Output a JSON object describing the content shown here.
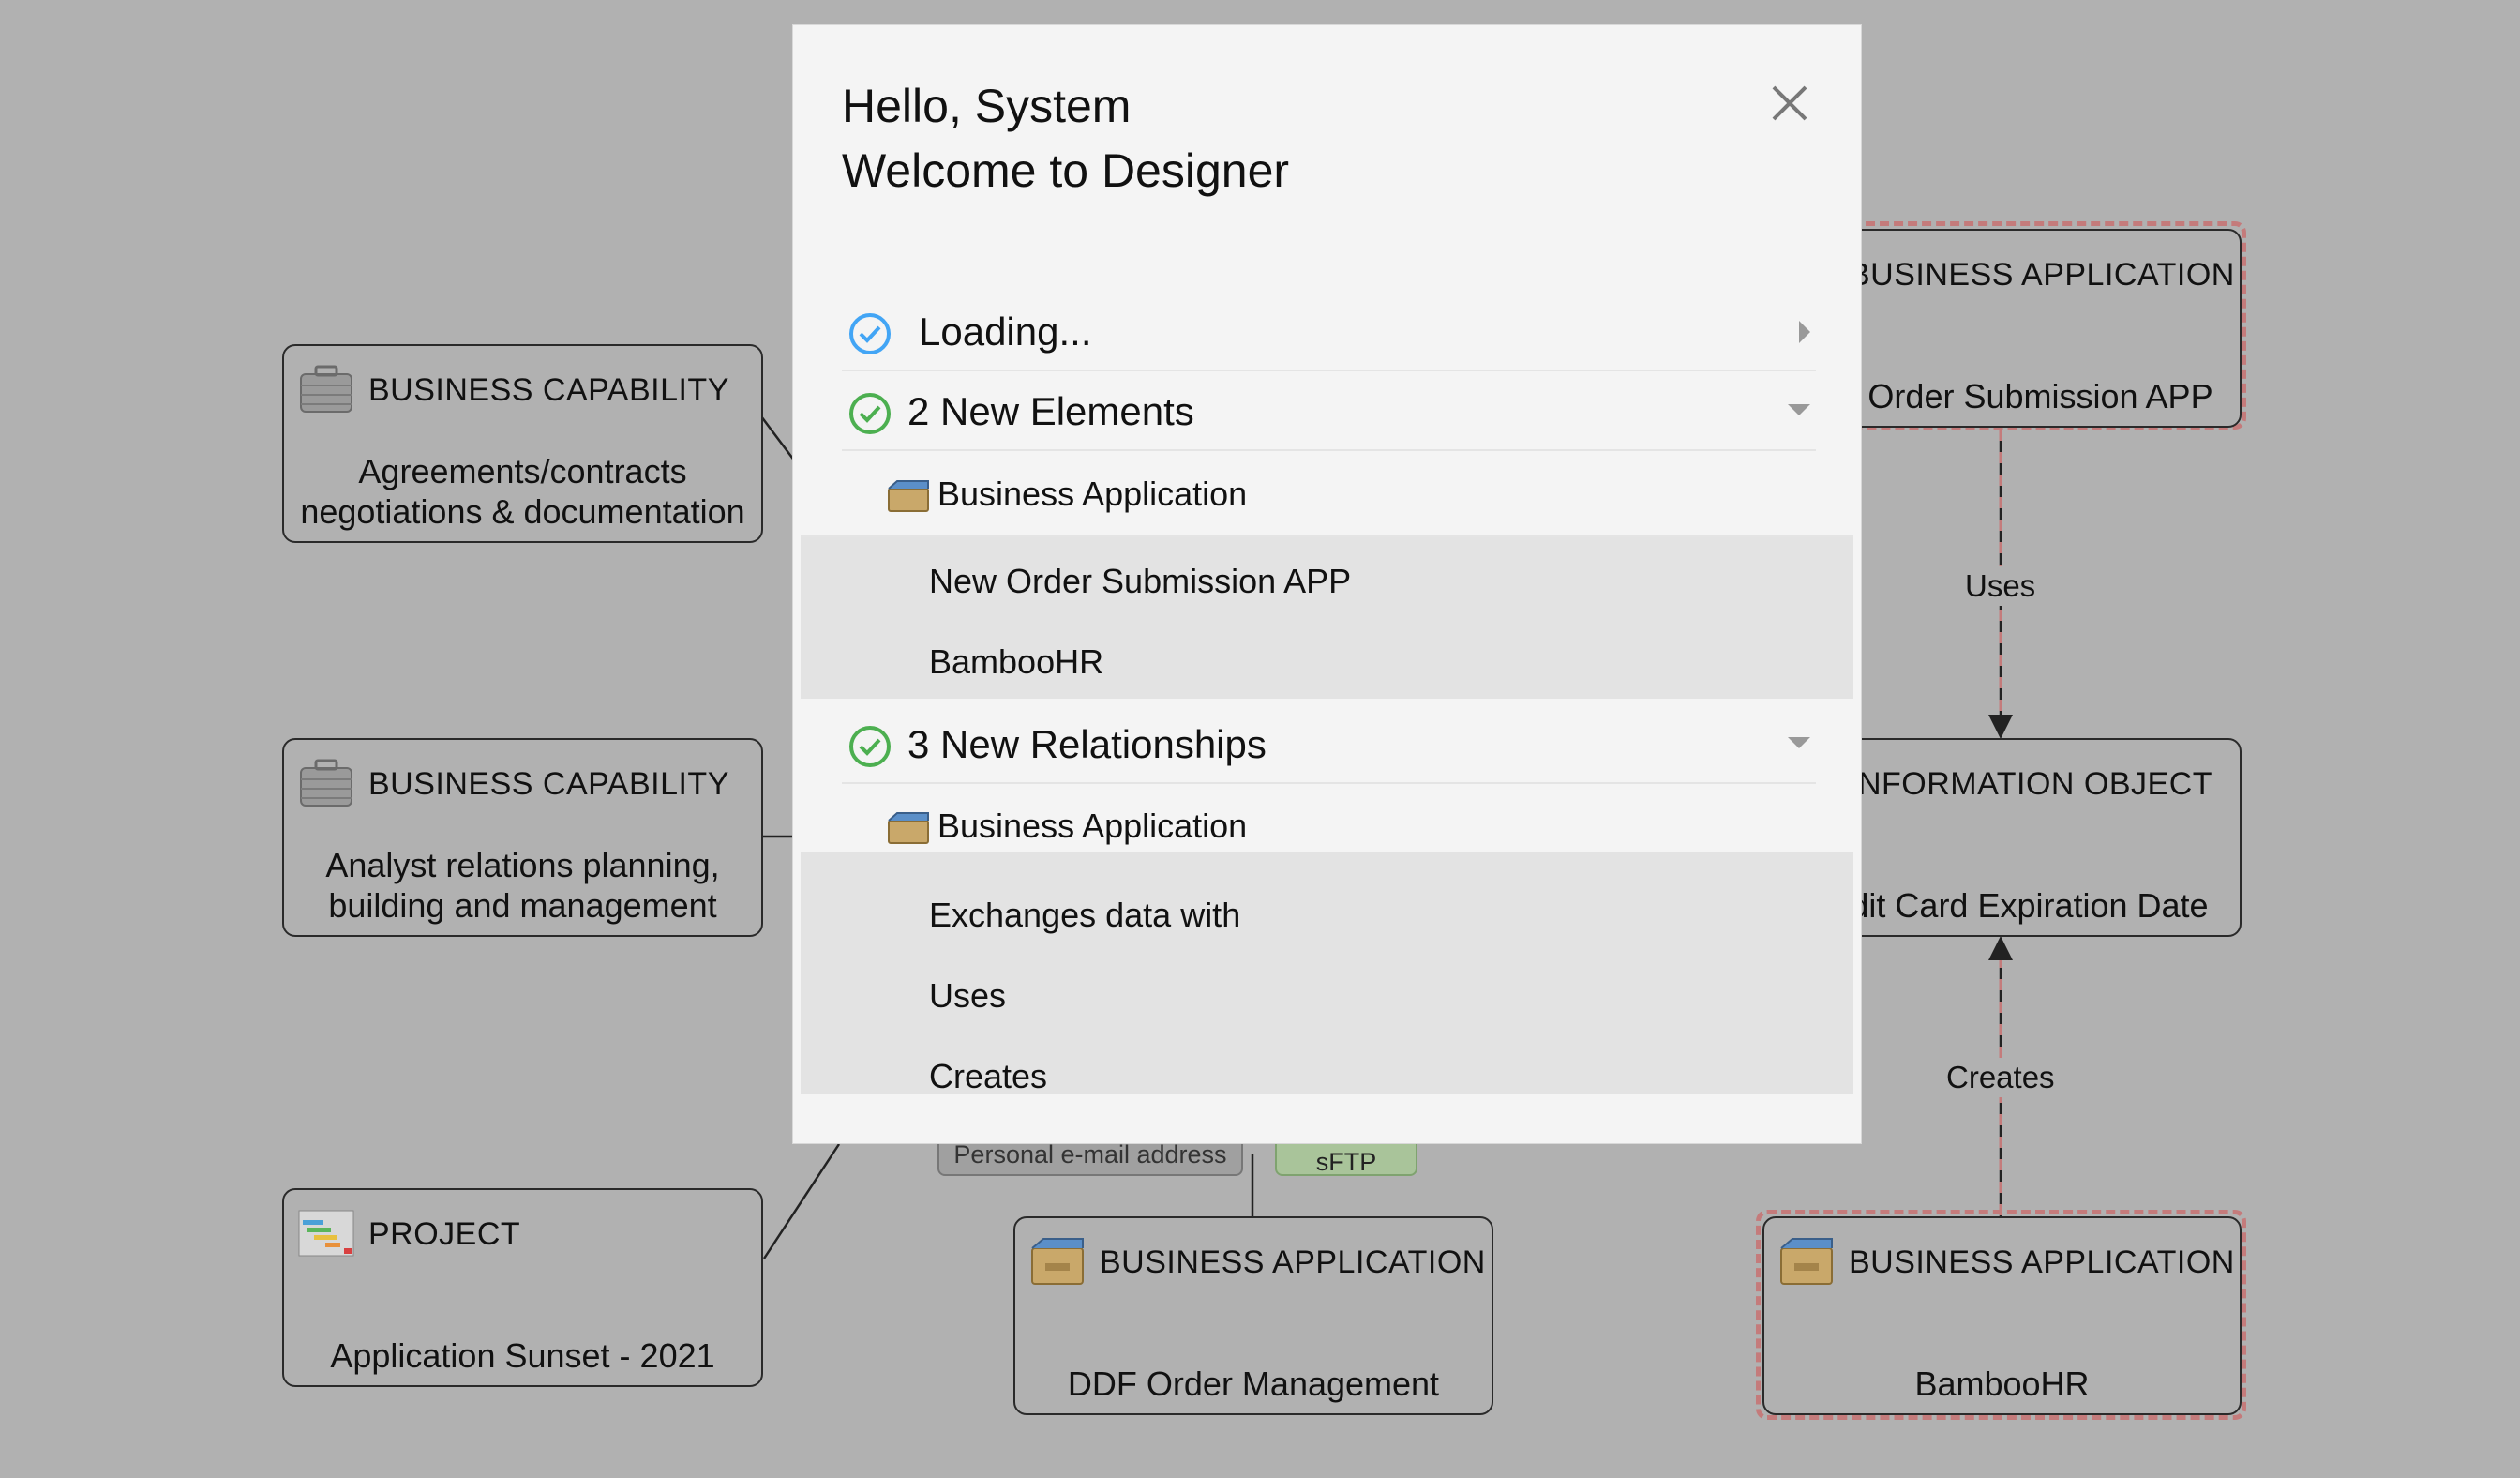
{
  "diagram": {
    "nodes": [
      {
        "id": "cap1",
        "type": "BUSINESS CAPABILITY",
        "name": "Agreements/contracts\nnegotiations & documentation",
        "icon": "briefcase-icon"
      },
      {
        "id": "cap2",
        "type": "BUSINESS CAPABILITY",
        "name": "Analyst relations planning,\nbuilding and management",
        "icon": "briefcase-icon"
      },
      {
        "id": "proj",
        "type": "PROJECT",
        "name": "Application Sunset - 2021",
        "icon": "gantt-chart-icon"
      },
      {
        "id": "ddf",
        "type": "BUSINESS APPLICATION",
        "name": "DDF Order Management",
        "icon": "app-box-icon"
      },
      {
        "id": "order",
        "type": "BUSINESS APPLICATION",
        "name": "New Order Submission APP",
        "icon": "app-box-icon"
      },
      {
        "id": "info",
        "type": "INFORMATION OBJECT",
        "name": "Credit Card Expiration Date",
        "icon": "document-icon"
      },
      {
        "id": "bamboo",
        "type": "BUSINESS APPLICATION",
        "name": "BambooHR",
        "icon": "app-box-icon"
      }
    ],
    "edge_labels": {
      "uses": "Uses",
      "creates": "Creates"
    },
    "tags": {
      "personal_email": "Personal e-mail address",
      "sftp": "sFTP"
    }
  },
  "modal": {
    "greeting": "Hello, System",
    "welcome": "Welcome to Designer",
    "loading": "Loading...",
    "elements": {
      "header": "2 New Elements",
      "group": "Business Application",
      "items": [
        "New Order Submission APP",
        "BambooHR"
      ]
    },
    "relationships": {
      "header": "3 New Relationships",
      "group": "Business Application",
      "items": [
        "Exchanges data with",
        "Uses",
        "Creates"
      ]
    }
  },
  "colors": {
    "check_green": "#4caf50",
    "check_blue": "#42a5f5",
    "highlight_dash": "#c47b7b"
  }
}
